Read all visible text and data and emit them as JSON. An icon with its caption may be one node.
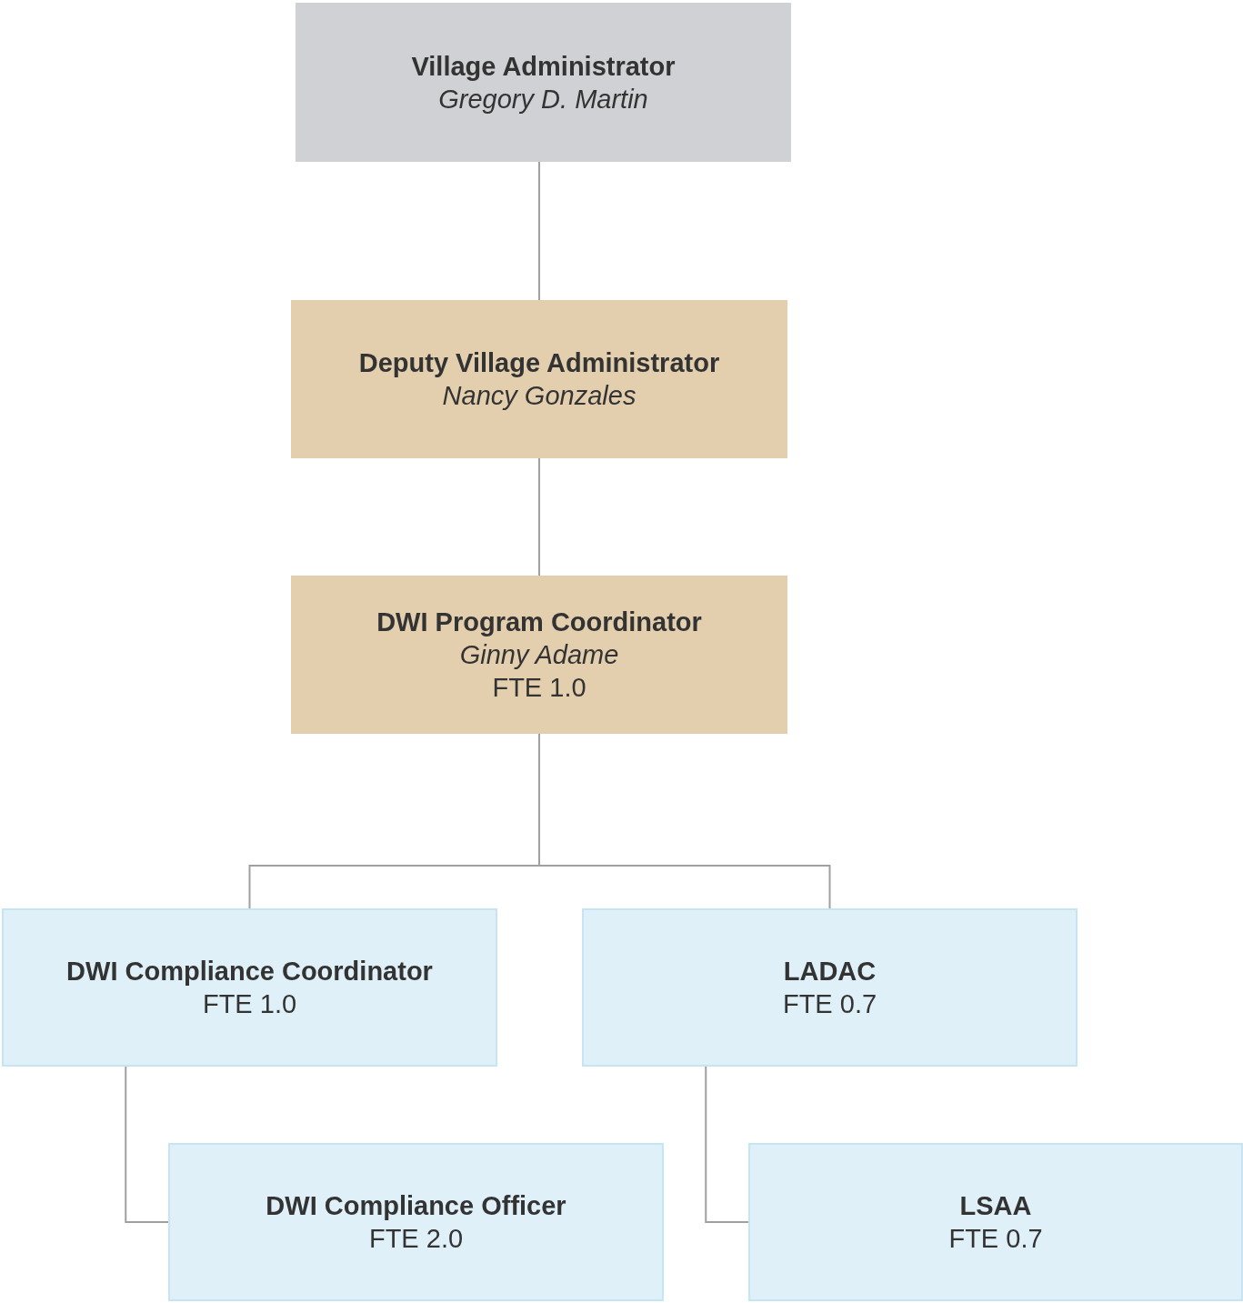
{
  "diagram": {
    "nodes": [
      {
        "text": [
          "Village Administrator",
          "Gregory D. Martin"
        ]
      },
      {
        "text": [
          "Deputy Village Administrator",
          "Nancy Gonzales"
        ]
      },
      {
        "text": [
          "DWI Program Coordinator",
          "Ginny Adame",
          "FTE 1.0"
        ]
      },
      {
        "text": [
          "DWI Compliance Coordinator",
          "FTE 1.0"
        ]
      },
      {
        "text": [
          "LADAC",
          "FTE 0.7"
        ]
      },
      {
        "text": [
          "DWI Compliance Officer",
          "FTE 2.0"
        ]
      },
      {
        "text": [
          "LSAA",
          "FTE 0.7"
        ]
      }
    ],
    "edges": [
      {
        "from": 0,
        "to": 1,
        "arrow": "none"
      },
      {
        "from": 1,
        "to": 2,
        "arrow": "none"
      },
      {
        "from": 2,
        "to": 3,
        "arrow": "none"
      },
      {
        "from": 2,
        "to": 4,
        "arrow": "none"
      },
      {
        "from": 3,
        "to": 5,
        "arrow": "none"
      },
      {
        "from": 4,
        "to": 6,
        "arrow": "none"
      }
    ]
  }
}
